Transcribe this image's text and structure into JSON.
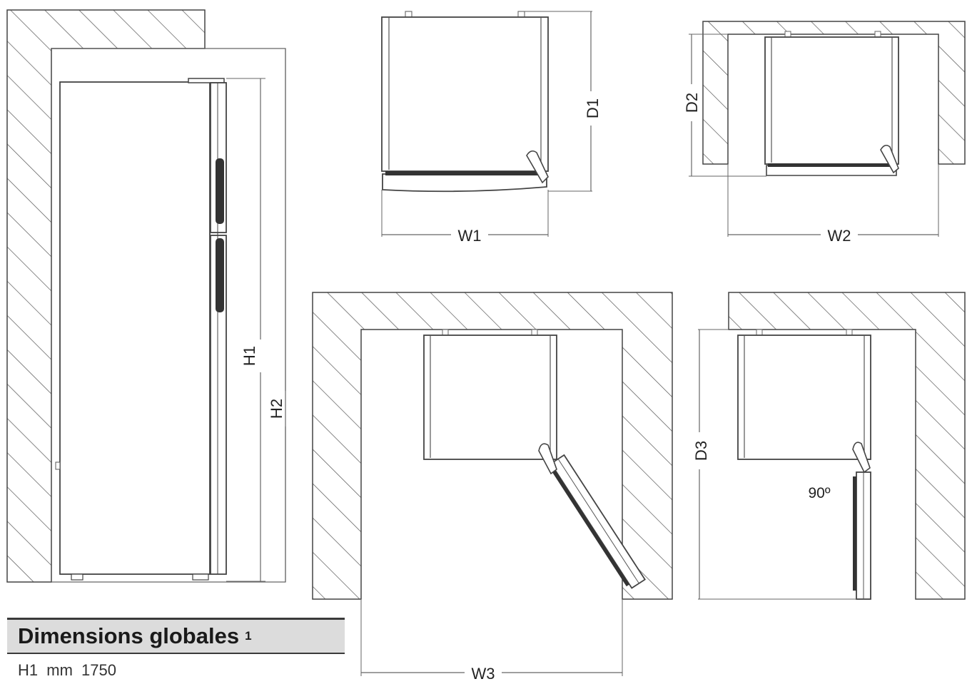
{
  "labels": {
    "h1": "H1",
    "h2": "H2",
    "d1": "D1",
    "d2": "D2",
    "d3": "D3",
    "w1": "W1",
    "w2": "W2",
    "w3": "W3",
    "angle": "90º"
  },
  "table": {
    "title": "Dimensions globales",
    "footnote": "1",
    "rows": [
      {
        "name": "H1",
        "unit": "mm",
        "value": "1750"
      }
    ]
  }
}
